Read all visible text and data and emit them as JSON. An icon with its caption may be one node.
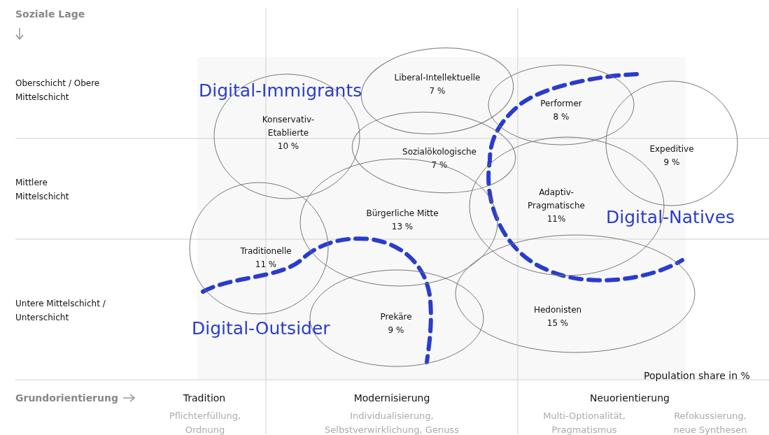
{
  "diagram": {
    "nodes": [
      {
        "text": [
          "Konservativ-Etablierte",
          "10 %"
        ]
      },
      {
        "text": [
          "Liberal-Intellektuelle",
          "7 %"
        ]
      },
      {
        "text": [
          "Performer",
          "8 %"
        ]
      },
      {
        "text": [
          "Expeditive",
          "9 %"
        ]
      },
      {
        "text": [
          "Sozialökologische",
          "7 %"
        ]
      },
      {
        "text": [
          "Adaptiv-Pragmatische",
          "11%"
        ]
      },
      {
        "text": [
          "Bürgerliche Mitte",
          "13 %"
        ]
      },
      {
        "text": [
          "Traditionelle",
          "11 %"
        ]
      },
      {
        "text": [
          "Prekäre",
          "9 %"
        ]
      },
      {
        "text": [
          "Hedonisten",
          "15 %"
        ]
      }
    ],
    "edges": [],
    "labels": [
      "Soziale Lage",
      "Oberschicht / Obere Mittelschicht",
      "Digital-Immigrants",
      "Mittlere Mittelschicht",
      "Digital-Natives",
      "Untere Mittelschicht / Unterschicht",
      "Digital-Outsider",
      "Population share in %",
      "Grundorientierung",
      "Tradition",
      "Modernisierung",
      "Neuorientierung",
      "Pflichterfüllung, Ordnung",
      "Individualisierung, Selbstverwirklichung, Genuss",
      "Multi-Optionalität, Pragmatismus",
      "Refokussierung, neue Synthesen"
    ]
  }
}
